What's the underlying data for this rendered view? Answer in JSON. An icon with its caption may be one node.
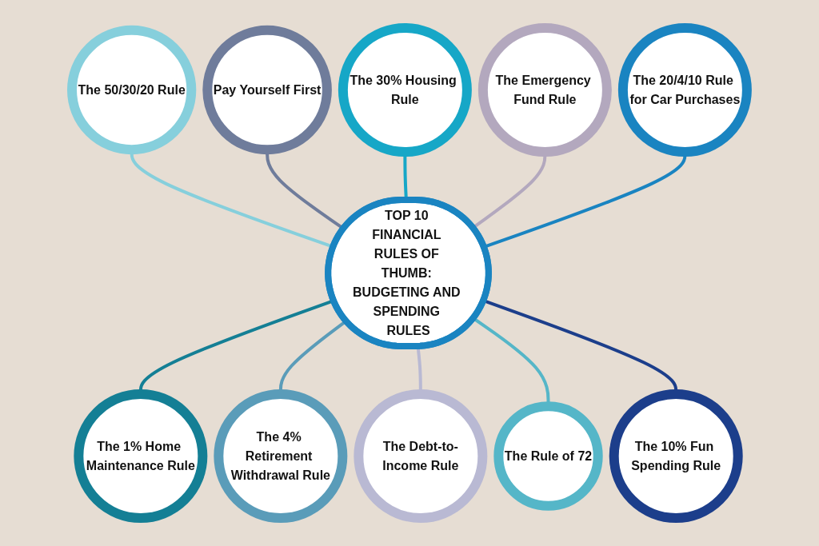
{
  "diagram": {
    "nodes": [
      {
        "text": [
          "The 50/30/20 Rule"
        ]
      },
      {
        "text": [
          "Pay Yourself First"
        ]
      },
      {
        "text": [
          "The 30% Housing Rule"
        ]
      },
      {
        "text": [
          "The Emergency Fund Rule"
        ]
      },
      {
        "text": [
          "The 20/4/10 Rule for Car Purchases"
        ]
      },
      {
        "text": [
          "TOP 10 FINANCIAL RULES OF THUMB: BUDGETING AND SPENDING RULES"
        ]
      },
      {
        "text": [
          "The 1% Home Maintenance Rule"
        ]
      },
      {
        "text": [
          "The 4% Retirement Withdrawal Rule"
        ]
      },
      {
        "text": [
          "The Debt-to-Income Rule"
        ]
      },
      {
        "text": [
          "The Rule of 72"
        ]
      },
      {
        "text": [
          "The 10% Fun Spending Rule"
        ]
      }
    ],
    "edges": [
      {
        "from": 0,
        "to": 5,
        "arrow": "none",
        "color": "#86cfdc"
      },
      {
        "from": 1,
        "to": 5,
        "arrow": "none",
        "color": "#6f7c9b"
      },
      {
        "from": 2,
        "to": 5,
        "arrow": "none",
        "color": "#16a7c7"
      },
      {
        "from": 3,
        "to": 5,
        "arrow": "none",
        "color": "#b3a8be"
      },
      {
        "from": 4,
        "to": 5,
        "arrow": "none",
        "color": "#1a84c1"
      },
      {
        "from": 5,
        "to": 6,
        "arrow": "none",
        "color": "#147f95"
      },
      {
        "from": 5,
        "to": 7,
        "arrow": "none",
        "color": "#5a9cb9"
      },
      {
        "from": 5,
        "to": 8,
        "arrow": "none",
        "color": "#b9b9d3"
      },
      {
        "from": 5,
        "to": 9,
        "arrow": "none",
        "color": "#55b6c8"
      },
      {
        "from": 5,
        "to": 10,
        "arrow": "none",
        "color": "#1c3e8b"
      }
    ]
  }
}
